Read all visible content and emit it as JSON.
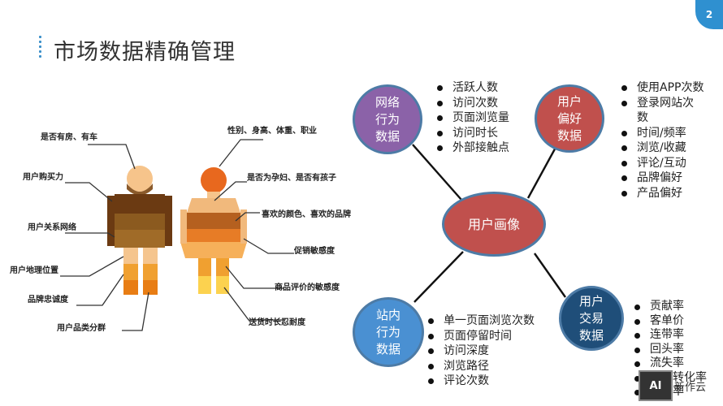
{
  "header": {
    "page_number": "2",
    "title": "市场数据精确管理"
  },
  "left_callouts": {
    "house_car": "是否有房、有车",
    "purchasing_power": "用户购买力",
    "social_network": "用户关系网络",
    "location": "用户地理位置",
    "brand_loyalty": "品牌忠诚度",
    "category_grouping": "用户品类分群"
  },
  "right_callouts": {
    "gender_height": "性别、身高、体重、职业",
    "pregnant_children": "是否为孕妇、是否有孩子",
    "colors_brands": "喜欢的颜色、喜欢的品牌",
    "promo_sensitivity": "促销敏感度",
    "review_sensitivity": "商品评价的敏感度",
    "delivery_tolerance": "送货时长忍耐度"
  },
  "mindmap": {
    "center": "用户画像",
    "nodes": {
      "network": {
        "lines": [
          "网络",
          "行为",
          "数据"
        ],
        "color": "#8b62a8"
      },
      "preference": {
        "lines": [
          "用户",
          "偏好",
          "数据"
        ],
        "color": "#c0504d"
      },
      "onsite": {
        "lines": [
          "站内",
          "行为",
          "数据"
        ],
        "color": "#4a90d2"
      },
      "transaction": {
        "lines": [
          "用户",
          "交易",
          "数据"
        ],
        "color": "#1f4e79"
      },
      "center_color": "#c0504d"
    },
    "network_items": [
      "活跃人数",
      "访问次数",
      "页面浏览量",
      "访问时长",
      "外部接触点"
    ],
    "preference_items": [
      "使用APP次数",
      "登录网站次",
      "数",
      "时间/频率",
      "浏览/收藏",
      "评论/互动",
      "品牌偏好",
      "产品偏好"
    ],
    "onsite_items": [
      "单一页面浏览次数",
      "页面停留时间",
      "访问深度",
      "浏览路径",
      "评论次数"
    ],
    "transaction_items": [
      "贡献率",
      "客单价",
      "连带率",
      "回头率",
      "流失率",
      "活动转化率",
      "订单率"
    ]
  },
  "watermark": {
    "logo_text": "AI",
    "text": "新作云"
  }
}
